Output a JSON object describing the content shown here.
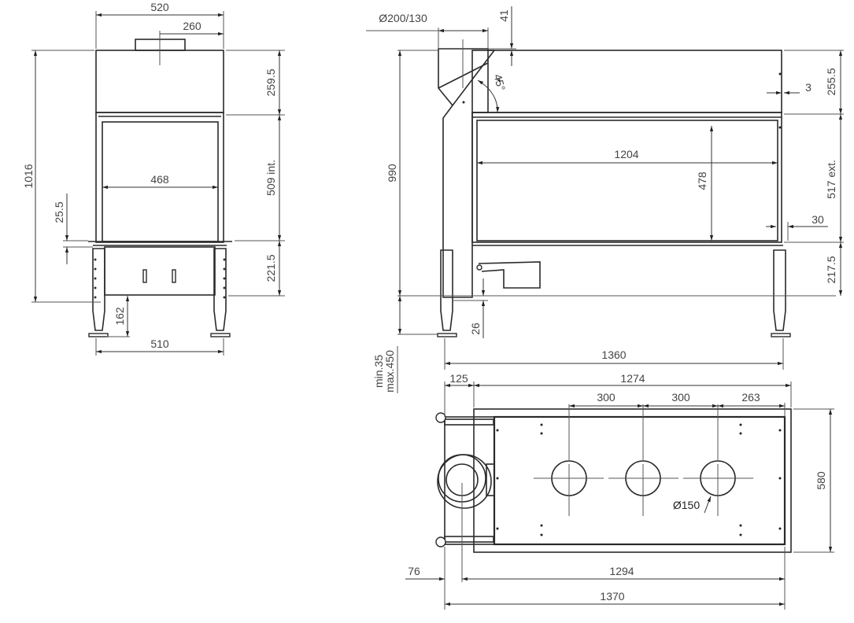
{
  "front_view": {
    "width_total": "520",
    "flue_offset": "260",
    "height_total": "1016",
    "top_height": "259.5",
    "glass_height": "509 int.",
    "base_height": "221.5",
    "glass_width": "468",
    "floor_offset": "25.5",
    "leg_clearance": "162",
    "leg_span": "510"
  },
  "side_view": {
    "flue_diameter": "Ø200/130",
    "flue_height": "41",
    "flue_angle": "45°",
    "height_total": "990",
    "top_height": "255.5",
    "side_offset": "3",
    "glass_height_ext": "517 ext.",
    "base_height": "217.5",
    "glass_width": "1204",
    "glass_height": "478",
    "frame_offset": "30",
    "drawer_gap": "26",
    "leg_min": "min.35",
    "leg_max": "max.450",
    "leg_span": "1360"
  },
  "top_view": {
    "left_offset": "125",
    "body_length": "1274",
    "hole_spacing_1": "300",
    "hole_spacing_2": "300",
    "hole_end": "263",
    "depth": "580",
    "hole_diameter": "Ø150",
    "flue_offset": "76",
    "length_inner": "1294",
    "length_total": "1370"
  }
}
